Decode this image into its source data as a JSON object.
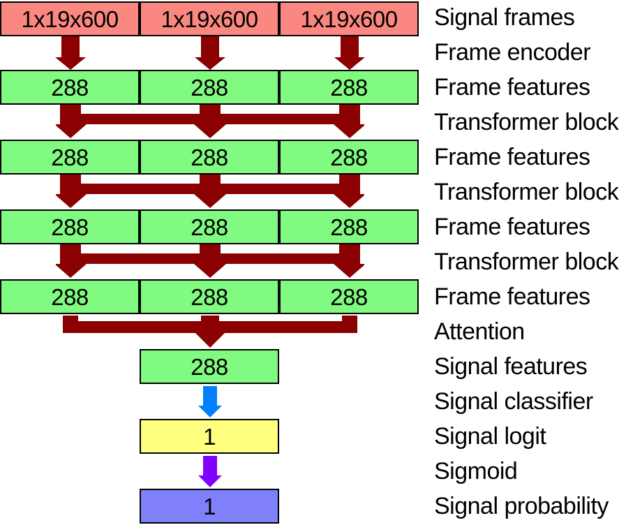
{
  "boxes": {
    "signal_frames": [
      "1x19x600",
      "1x19x600",
      "1x19x600"
    ],
    "frame_features": [
      [
        "288",
        "288",
        "288"
      ],
      [
        "288",
        "288",
        "288"
      ],
      [
        "288",
        "288",
        "288"
      ],
      [
        "288",
        "288",
        "288"
      ]
    ],
    "signal_features": "288",
    "signal_logit": "1",
    "signal_probability": "1"
  },
  "labels": [
    "Signal frames",
    "Frame encoder",
    "Frame features",
    "Transformer block",
    "Frame features",
    "Transformer block",
    "Frame features",
    "Transformer block",
    "Frame features",
    "Attention",
    "Signal features",
    "Signal classifier",
    "Signal logit",
    "Sigmoid",
    "Signal probability"
  ],
  "connectors": [
    {
      "name": "frame-encoder-arrows",
      "type": "down-arrow",
      "count": 3,
      "color": "#8b0000"
    },
    {
      "name": "transformer-block-connectors",
      "type": "branched-down-arrows",
      "count": 3,
      "color": "#8b0000"
    },
    {
      "name": "attention-connector",
      "type": "merge-down-arrow",
      "count": 1,
      "color": "#8b0000"
    },
    {
      "name": "signal-classifier-arrow",
      "type": "down-arrow",
      "count": 1,
      "color": "#0080ff"
    },
    {
      "name": "sigmoid-arrow",
      "type": "down-arrow",
      "count": 1,
      "color": "#8000ff"
    }
  ],
  "colors": {
    "signal_frames_fill": "#fa8880",
    "frame_features_fill": "#80fa80",
    "encoder_arrow": "#8b0000",
    "classifier_arrow": "#0080ff",
    "signal_logit_fill": "#ffff80",
    "sigmoid_arrow": "#8000ff",
    "signal_probability_fill": "#8080fa",
    "box_border": "#000000",
    "background": "#ffffff",
    "text": "#000000"
  }
}
